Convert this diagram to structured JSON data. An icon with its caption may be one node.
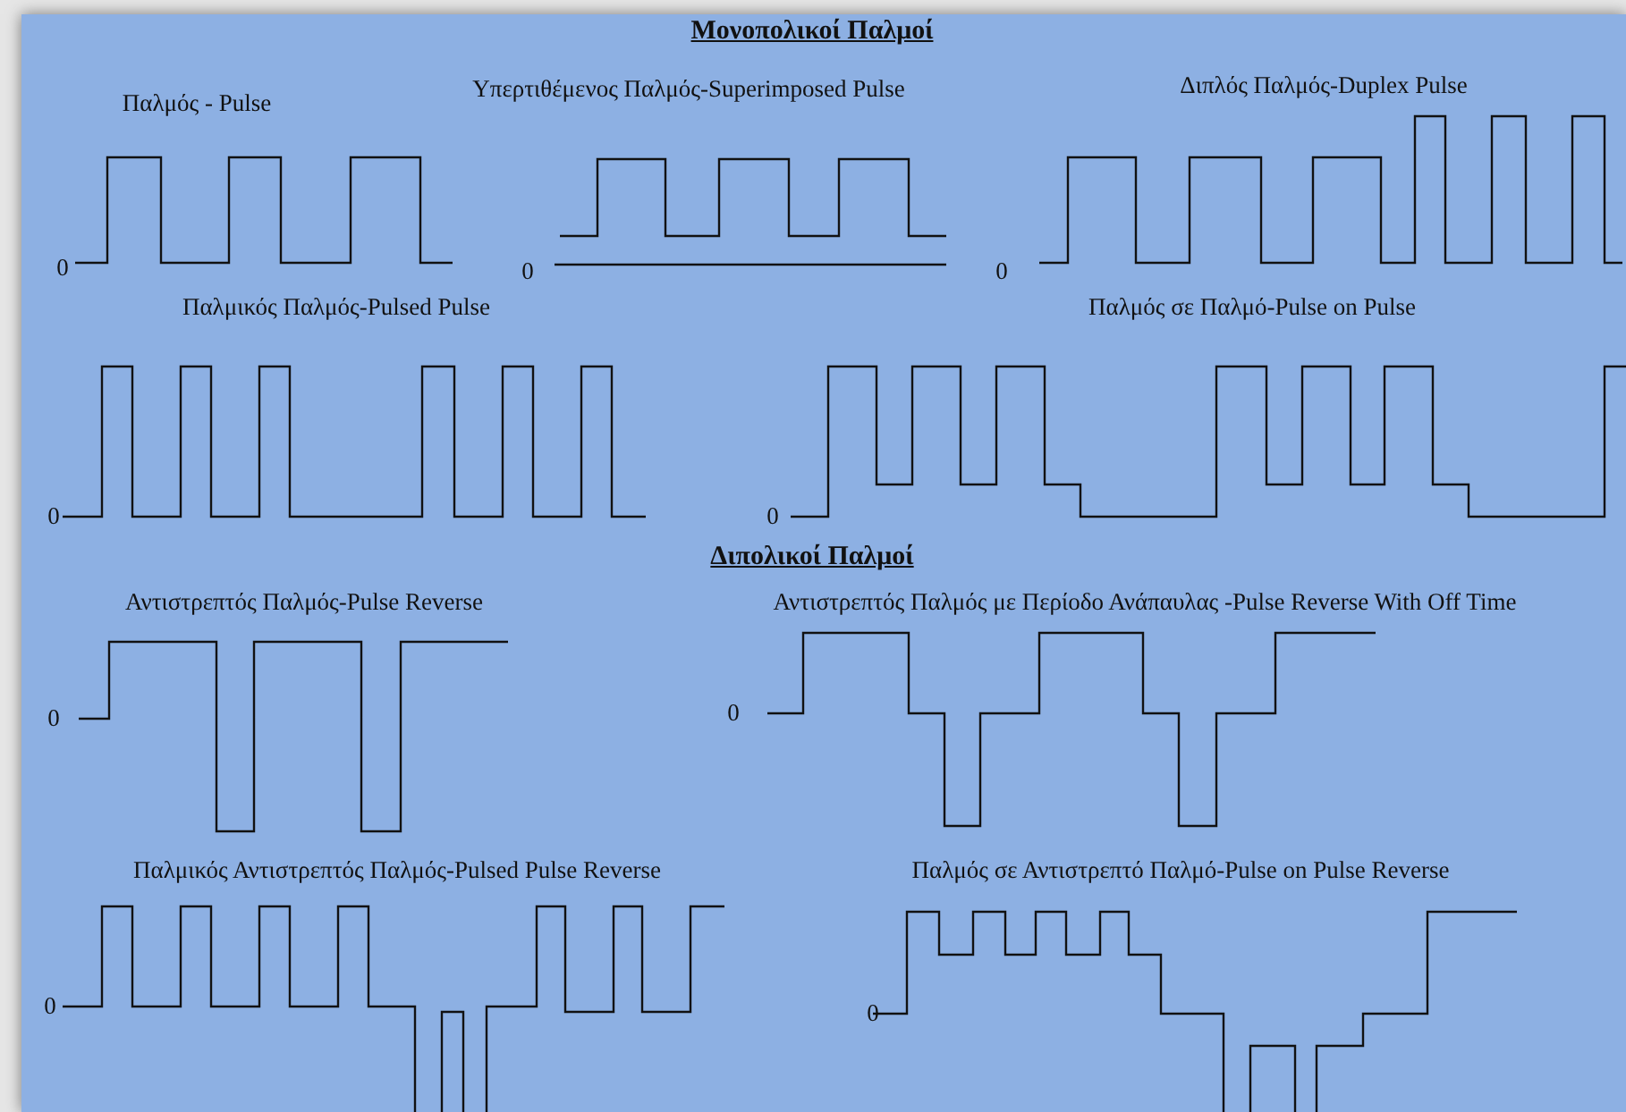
{
  "diagram": {
    "labels": [
      "Μονοπολικοί Παλμοί",
      "Παλμός - Pulse",
      "Υπερτιθέμενος Παλμός-Superimposed Pulse",
      "Διπλός Παλμός-Duplex Pulse",
      "0",
      "0",
      "0",
      "Παλμικός Παλμός-Pulsed Pulse",
      "Παλμός σε Παλμό-Pulse on Pulse",
      "0",
      "0",
      "Διπολικοί Παλμοί",
      "Αντιστρεπτός Παλμός-Pulse Reverse",
      "Αντιστρεπτός Παλμός με Περίοδο Ανάπαυλας -Pulse Reverse With Off Time",
      "0",
      "0",
      "Παλμικός Αντιστρεπτός Παλμός-Pulsed Pulse Reverse",
      "Παλμός σε Αντιστρεπτό Παλμό-Pulse on Pulse Reverse",
      "0",
      "0"
    ]
  }
}
